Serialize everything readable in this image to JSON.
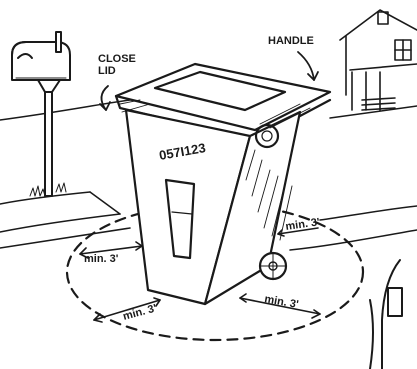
{
  "labels": {
    "close_lid": [
      "CLOSE",
      "LID"
    ],
    "handle": "HANDLE",
    "cart_number": "057I123",
    "clearances": [
      "min. 3'",
      "min. 3'",
      "min. 3'",
      "min. 3'"
    ]
  }
}
